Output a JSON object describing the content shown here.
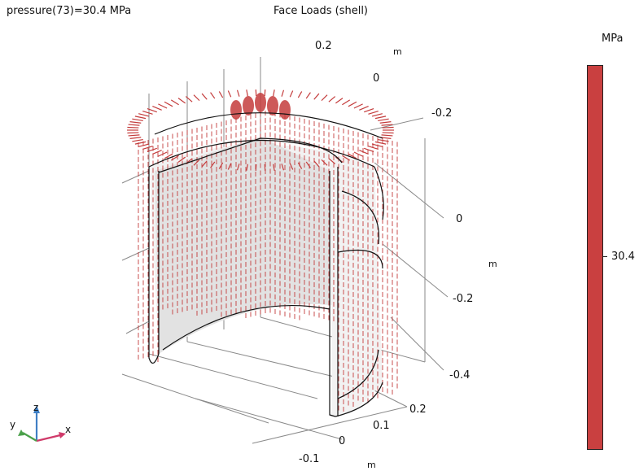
{
  "plot": {
    "expression_label": "pressure(73)=30.4 MPa",
    "title": "Face Loads (shell)",
    "unit_labels": [
      "m",
      "m",
      "m"
    ],
    "axis_ticks": {
      "back_y": [
        "0.2",
        "0"
      ],
      "right_upper": [
        "-0.2",
        "0"
      ],
      "right_lower": [
        "-0.2",
        "-0.4"
      ],
      "front_x": [
        "0.2",
        "0.1",
        "0",
        "-0.1"
      ]
    }
  },
  "colorbar": {
    "unit": "MPa",
    "value_label": "30.4",
    "fill_color": "#c94040",
    "arrow_color": "#c43c3c"
  },
  "triad": {
    "x": "x",
    "y": "y",
    "z": "z"
  }
}
